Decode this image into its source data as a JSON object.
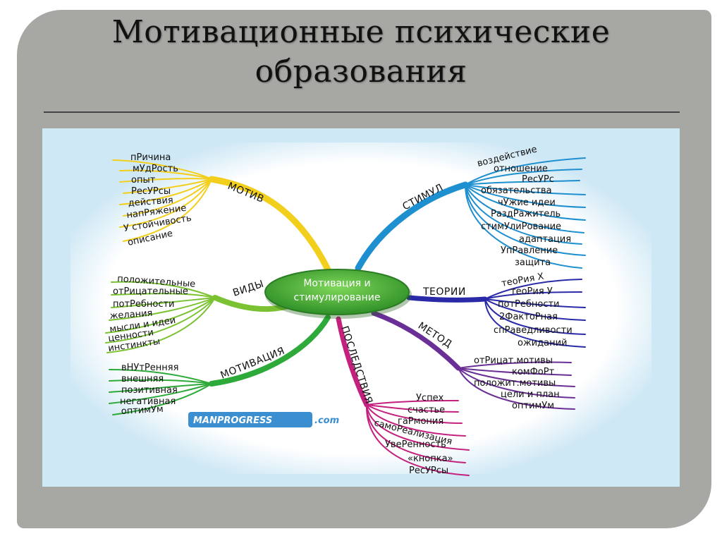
{
  "slide": {
    "title_line1": "Мотивационные психические",
    "title_line2": "образования"
  },
  "mindmap": {
    "center": {
      "line1": "Мотивация и",
      "line2": "стимулирование"
    },
    "branches": {
      "motiv": {
        "label": "МОТИВ",
        "color": "#f2cf1c",
        "items": [
          "пРичина",
          "мУдРость",
          "опыт",
          "РесУРсы",
          "действия",
          "напРяжение",
          "У стойчивость",
          "описание"
        ]
      },
      "vidy": {
        "label": "ВИДЫ",
        "color": "#7ac231",
        "items": [
          "положительные",
          "отРицательные",
          "потРебности",
          "желания",
          "мысли и идеи",
          "ценности",
          "инстинкты"
        ]
      },
      "motivaciya": {
        "label": "МОТИВАЦИЯ",
        "color": "#2eaa3a",
        "items": [
          "вНУтРенняя",
          "внешняя",
          "позитивная",
          "негативная",
          "оптимУм"
        ]
      },
      "stimul": {
        "label": "СТИМУЛ",
        "color": "#1e8fcf",
        "items": [
          "воздействие",
          "отношение",
          "РесУРс",
          "обязательства",
          "чУжие идеи",
          "РаздРажитель",
          "стимУлиРование",
          "адаптация",
          "УпРавление",
          "защита"
        ]
      },
      "teorii": {
        "label": "ТЕОРИИ",
        "color": "#2a2aa8",
        "items": [
          "теоРия Х",
          "теоРия У",
          "потРебности",
          "2ФактоРная",
          "спРаведливости",
          "ожиданий"
        ]
      },
      "metod": {
        "label": "МЕТОД",
        "color": "#6a2f96",
        "items": [
          "отРицат.мотивы",
          "комФоРт",
          "положит.мотивы",
          "цели и план",
          "оптимУм"
        ]
      },
      "posledstviya": {
        "label": "ПОСЛЕДСТВИЯ",
        "color": "#c4207e",
        "items": [
          "Успех",
          "счастье",
          "гаРмония",
          "самоРеализация",
          "УвеРенность",
          "«кнопка»",
          "РесУРсы"
        ]
      }
    }
  },
  "watermark": {
    "brand": "MANPROGRESS",
    "suffix": ".com"
  },
  "colors": {
    "frame": "#a7a8a3",
    "panel": "#cfe8f5",
    "center_fill": "#3fa535",
    "logo_bg": "#3b8fd0"
  }
}
